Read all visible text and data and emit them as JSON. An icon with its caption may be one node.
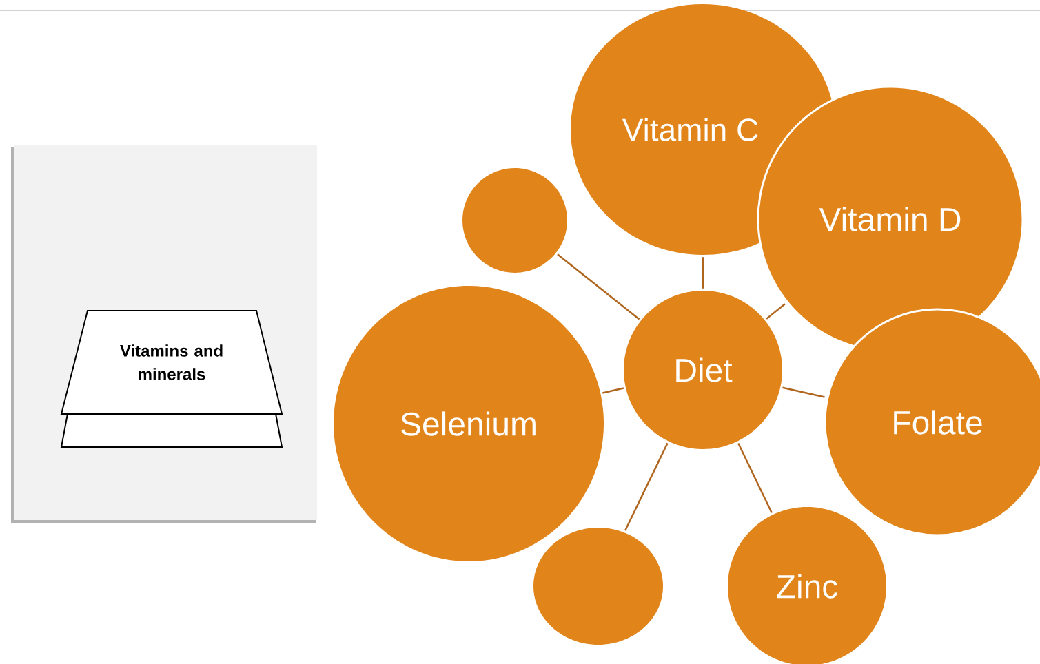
{
  "diagram": {
    "nodes": [
      {
        "text": [
          "Vitamins and minerals"
        ]
      },
      {
        "text": [
          "Vitamin C"
        ]
      },
      {
        "text": [],
        "shape": "circle"
      },
      {
        "text": [
          "Vitamin D"
        ]
      },
      {
        "text": [
          "Diet"
        ]
      },
      {
        "text": [
          "Selenium"
        ]
      },
      {
        "text": [
          "Folate"
        ]
      },
      {
        "text": [],
        "shape": "circle"
      },
      {
        "text": [
          "Zinc"
        ]
      }
    ],
    "edges": [
      {
        "from": 4,
        "to": 1,
        "arrow": "none"
      },
      {
        "from": 4,
        "to": 2,
        "arrow": "none"
      },
      {
        "from": 4,
        "to": 3,
        "arrow": "none"
      },
      {
        "from": 4,
        "to": 5,
        "arrow": "none"
      },
      {
        "from": 4,
        "to": 6,
        "arrow": "none"
      },
      {
        "from": 4,
        "to": 7,
        "arrow": "none"
      },
      {
        "from": 4,
        "to": 8,
        "arrow": "none"
      }
    ]
  }
}
